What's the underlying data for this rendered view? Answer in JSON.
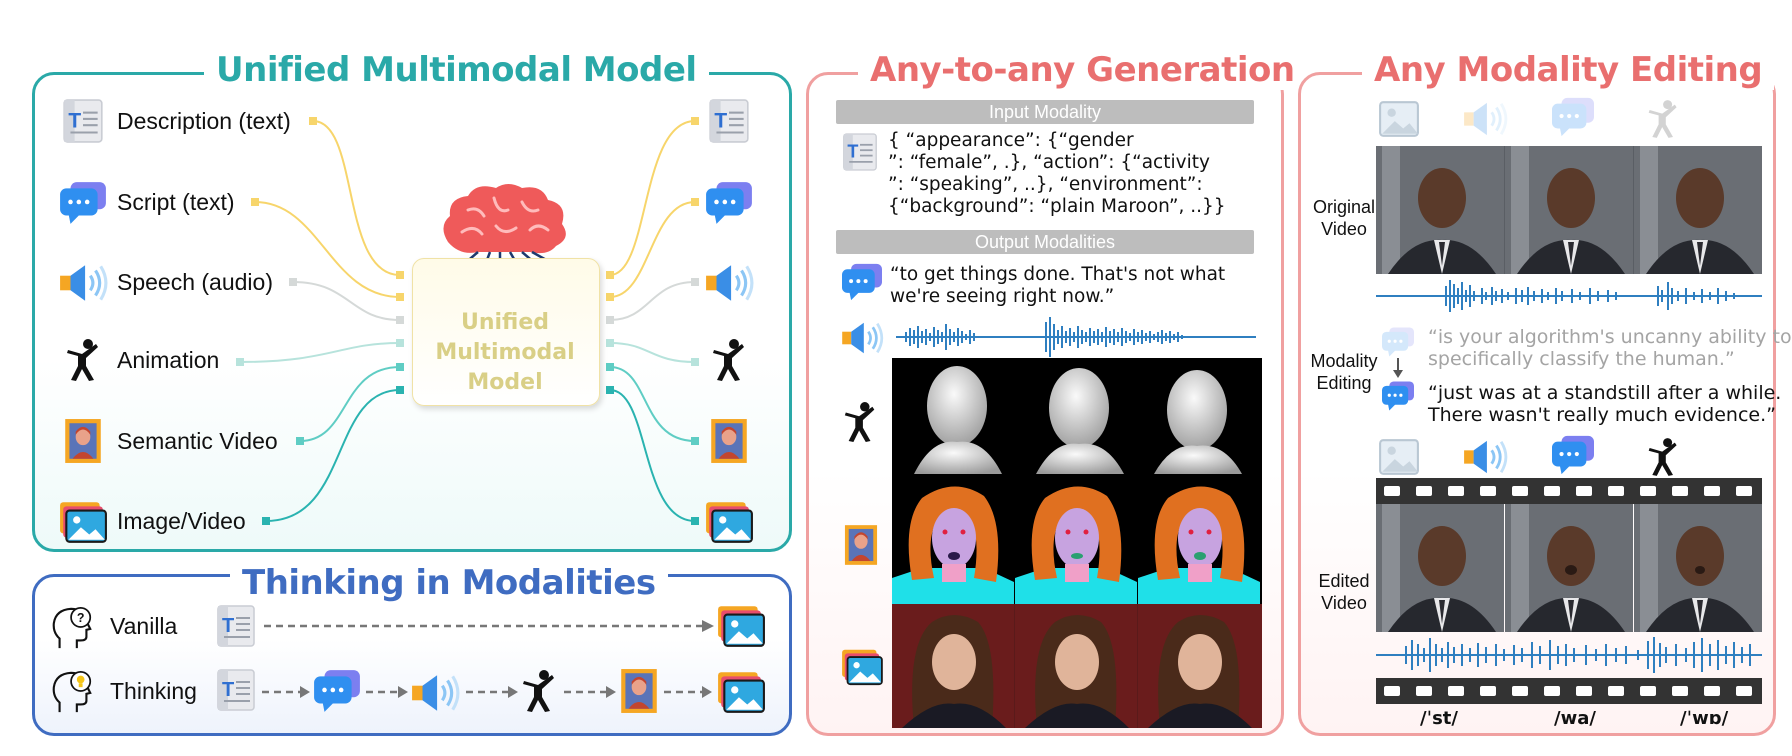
{
  "unified": {
    "title": "Unified Multimodal Model",
    "inputs": [
      "Description (text)",
      "Script (text)",
      "Speech (audio)",
      "Animation",
      "Semantic Video",
      "Image/Video"
    ],
    "model_label": [
      "Unified",
      "Multimodal",
      "Model"
    ]
  },
  "thinking": {
    "title": "Thinking in Modalities",
    "rows": [
      "Vanilla",
      "Thinking"
    ]
  },
  "any2any": {
    "title": "Any-to-any Generation",
    "input_header": "Input Modality",
    "json_text": [
      "{ “appearance”: {“gender",
      "”: “female”, .}, “action”: {“activity",
      "”: “speaking”, ..}, “environment”:",
      "{“background”: “plain Maroon”, ..}}"
    ],
    "output_header": "Output Modalities",
    "script_quote": [
      "“to get things done. That's not what",
      "we're seeing right now.”"
    ]
  },
  "editing": {
    "title": "Any Modality Editing",
    "original_label": [
      "Original",
      "Video"
    ],
    "modality_label": [
      "Modality",
      "Editing"
    ],
    "old_quote": [
      "“is your algorithm's uncanny ability to",
      "specifically classify the human.”"
    ],
    "new_quote": [
      "“just was at a standstill after a while.",
      "There wasn't really much evidence.”"
    ],
    "edited_label": [
      "Edited",
      "Video"
    ],
    "phonemes": [
      "/ˈst/",
      "/wa/",
      "/ˈwɒ/"
    ]
  },
  "colors": {
    "teal": "#2aa9a8",
    "coral": "#e96f6f",
    "blue": "#3f6cc1",
    "yellow": "#f7d56b"
  }
}
